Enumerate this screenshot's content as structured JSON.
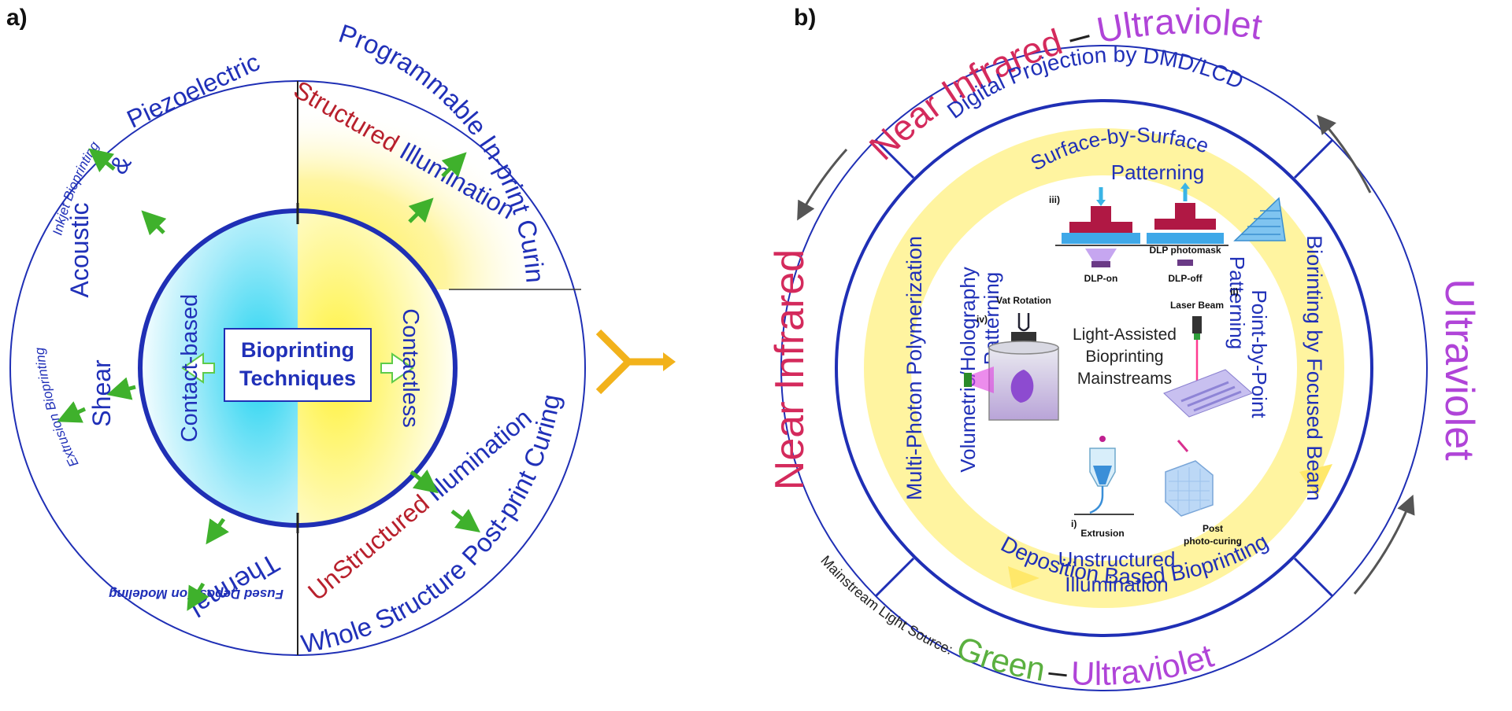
{
  "panel_a": {
    "tag": "a)",
    "center_line1": "Bioprinting",
    "center_line2": "Techniques",
    "contact_based": "Contact-based",
    "contactless": "Contactless",
    "acoustic": "Acoustic",
    "ampersand": "&",
    "piezoelectric": "Piezoelectric",
    "shear": "Shear",
    "thermal": "Thermal",
    "inkjet": "Inkjet Bioprinting",
    "extrusion": "Extrusion Bioprinting",
    "fdm": "Fused Deposition Modeling",
    "structured": "Structured",
    "illumination_top": "Illumination",
    "programmable": "Programmable In-print Curing",
    "illumination_bottom": "Illumination",
    "unstructured": "UnStructured",
    "whole_structure": "Whole Structure Post-print Curing"
  },
  "panel_b": {
    "tag": "b)",
    "top_near_infrared": "Near Infrared",
    "top_dash": "–",
    "top_ultraviolet": "Ultraviolet",
    "left_near_infrared": "Near Infrared",
    "right_ultraviolet": "Ultraviolet",
    "bottom_label": "Mainstream Light Source:",
    "bottom_green": "Green",
    "bottom_dash": "–",
    "bottom_ultraviolet": "Ultraviolet",
    "digital_projection": "Digital Projection by DMD/LCD",
    "biorinting_focused": "Biorinting by Focused Beam",
    "deposition_based": "Deposition Based Bioprinting",
    "multiphoton": "Multi-Photon Polymerization",
    "surface_line1": "Surface-by-Surface",
    "surface_line2": "Patterning",
    "volumetric_line1": "Volumetric/Holography",
    "volumetric_line2": "Patterning",
    "point_line1": "Point-by-Point",
    "point_line2": "Patterning",
    "unstructured_line1": "Unstructured",
    "unstructured_line2": "Illumination",
    "center_line1": "Light-Assisted",
    "center_line2": "Bioprinting",
    "center_line3": "Mainstreams",
    "label_iii": "iii)",
    "label_ii": "ii)",
    "label_iv": "iv)",
    "label_i": "i)",
    "dlp_on": "DLP-on",
    "dlp_off": "DLP-off",
    "dlp_photomask": "DLP photomask",
    "vat_rotation": "Vat Rotation",
    "laser_beam": "Laser Beam",
    "extrusion": "Extrusion",
    "post_line1": "Post",
    "post_line2": "photo-curing"
  },
  "colors": {
    "ring_blue": "#1f2fb5",
    "text_blue": "#2030b8",
    "structured_red": "#b8202c",
    "arrow_green": "#3fb12c",
    "hollow_arrow_green": "#5ecb4a",
    "cyan_glow": "#22d3f0",
    "yellow_glow": "#fff23a",
    "near_infrared": "#d42a5c",
    "ultraviolet": "#b044d8",
    "green_label": "#5bb040",
    "connector_gold": "#f2b21b"
  }
}
